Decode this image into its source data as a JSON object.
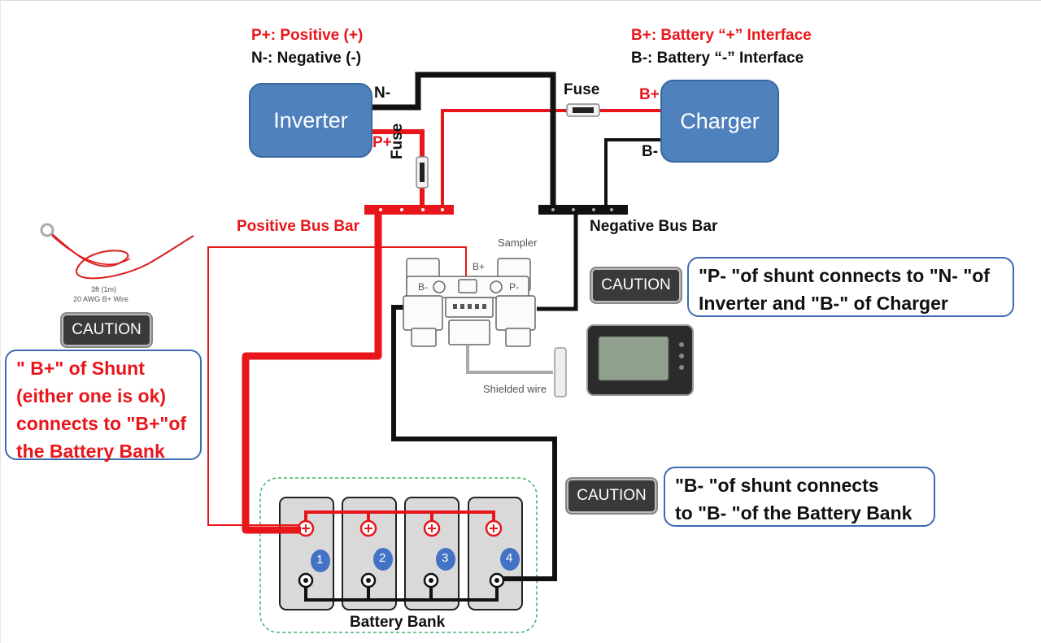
{
  "legend_left": {
    "line1": "P+: Positive (+)",
    "line2": "N-: Negative (-)"
  },
  "legend_right": {
    "line1": "B+: Battery “+” Interface",
    "line2": "B-: Battery “-” Interface"
  },
  "devices": {
    "inverter": "Inverter",
    "charger": "Charger"
  },
  "terminals": {
    "inverter_neg": "N-",
    "inverter_pos": "P+",
    "charger_pos": "B+",
    "charger_neg": "B-"
  },
  "fuses": {
    "top": "Fuse",
    "vertical": "Fuse"
  },
  "bus_bars": {
    "positive": "Positive Bus Bar",
    "negative": "Negative Bus Bar"
  },
  "shunt": {
    "sampler": "Sampler",
    "b_plus": "B+",
    "b_minus": "B-",
    "p_minus": "P-",
    "shielded_wire": "Shielded wire"
  },
  "wire_item": {
    "line1": "3ft (1m)",
    "line2": "20 AWG B+ Wire"
  },
  "cautions": [
    {
      "label": "CAUTION",
      "note": [
        "\" B+\" of Shunt",
        "(either one is ok)",
        "connects to \"B+\"of",
        "the Battery Bank"
      ]
    },
    {
      "label": "CAUTION",
      "note": [
        "\"P- \"of shunt connects to \"N- \"of",
        "Inverter and \"B-\" of Charger"
      ]
    },
    {
      "label": "CAUTION",
      "note": [
        "\"B- \"of shunt connects",
        "to \"B- \"of the Battery Bank"
      ]
    }
  ],
  "battery_bank": {
    "title": "Battery Bank",
    "cells": [
      "1",
      "2",
      "3",
      "4"
    ]
  },
  "colors": {
    "positive_wire": "#e8161b",
    "negative_wire": "#111111",
    "device_fill": "#4f81bd",
    "note_border": "#3d6bb3"
  }
}
